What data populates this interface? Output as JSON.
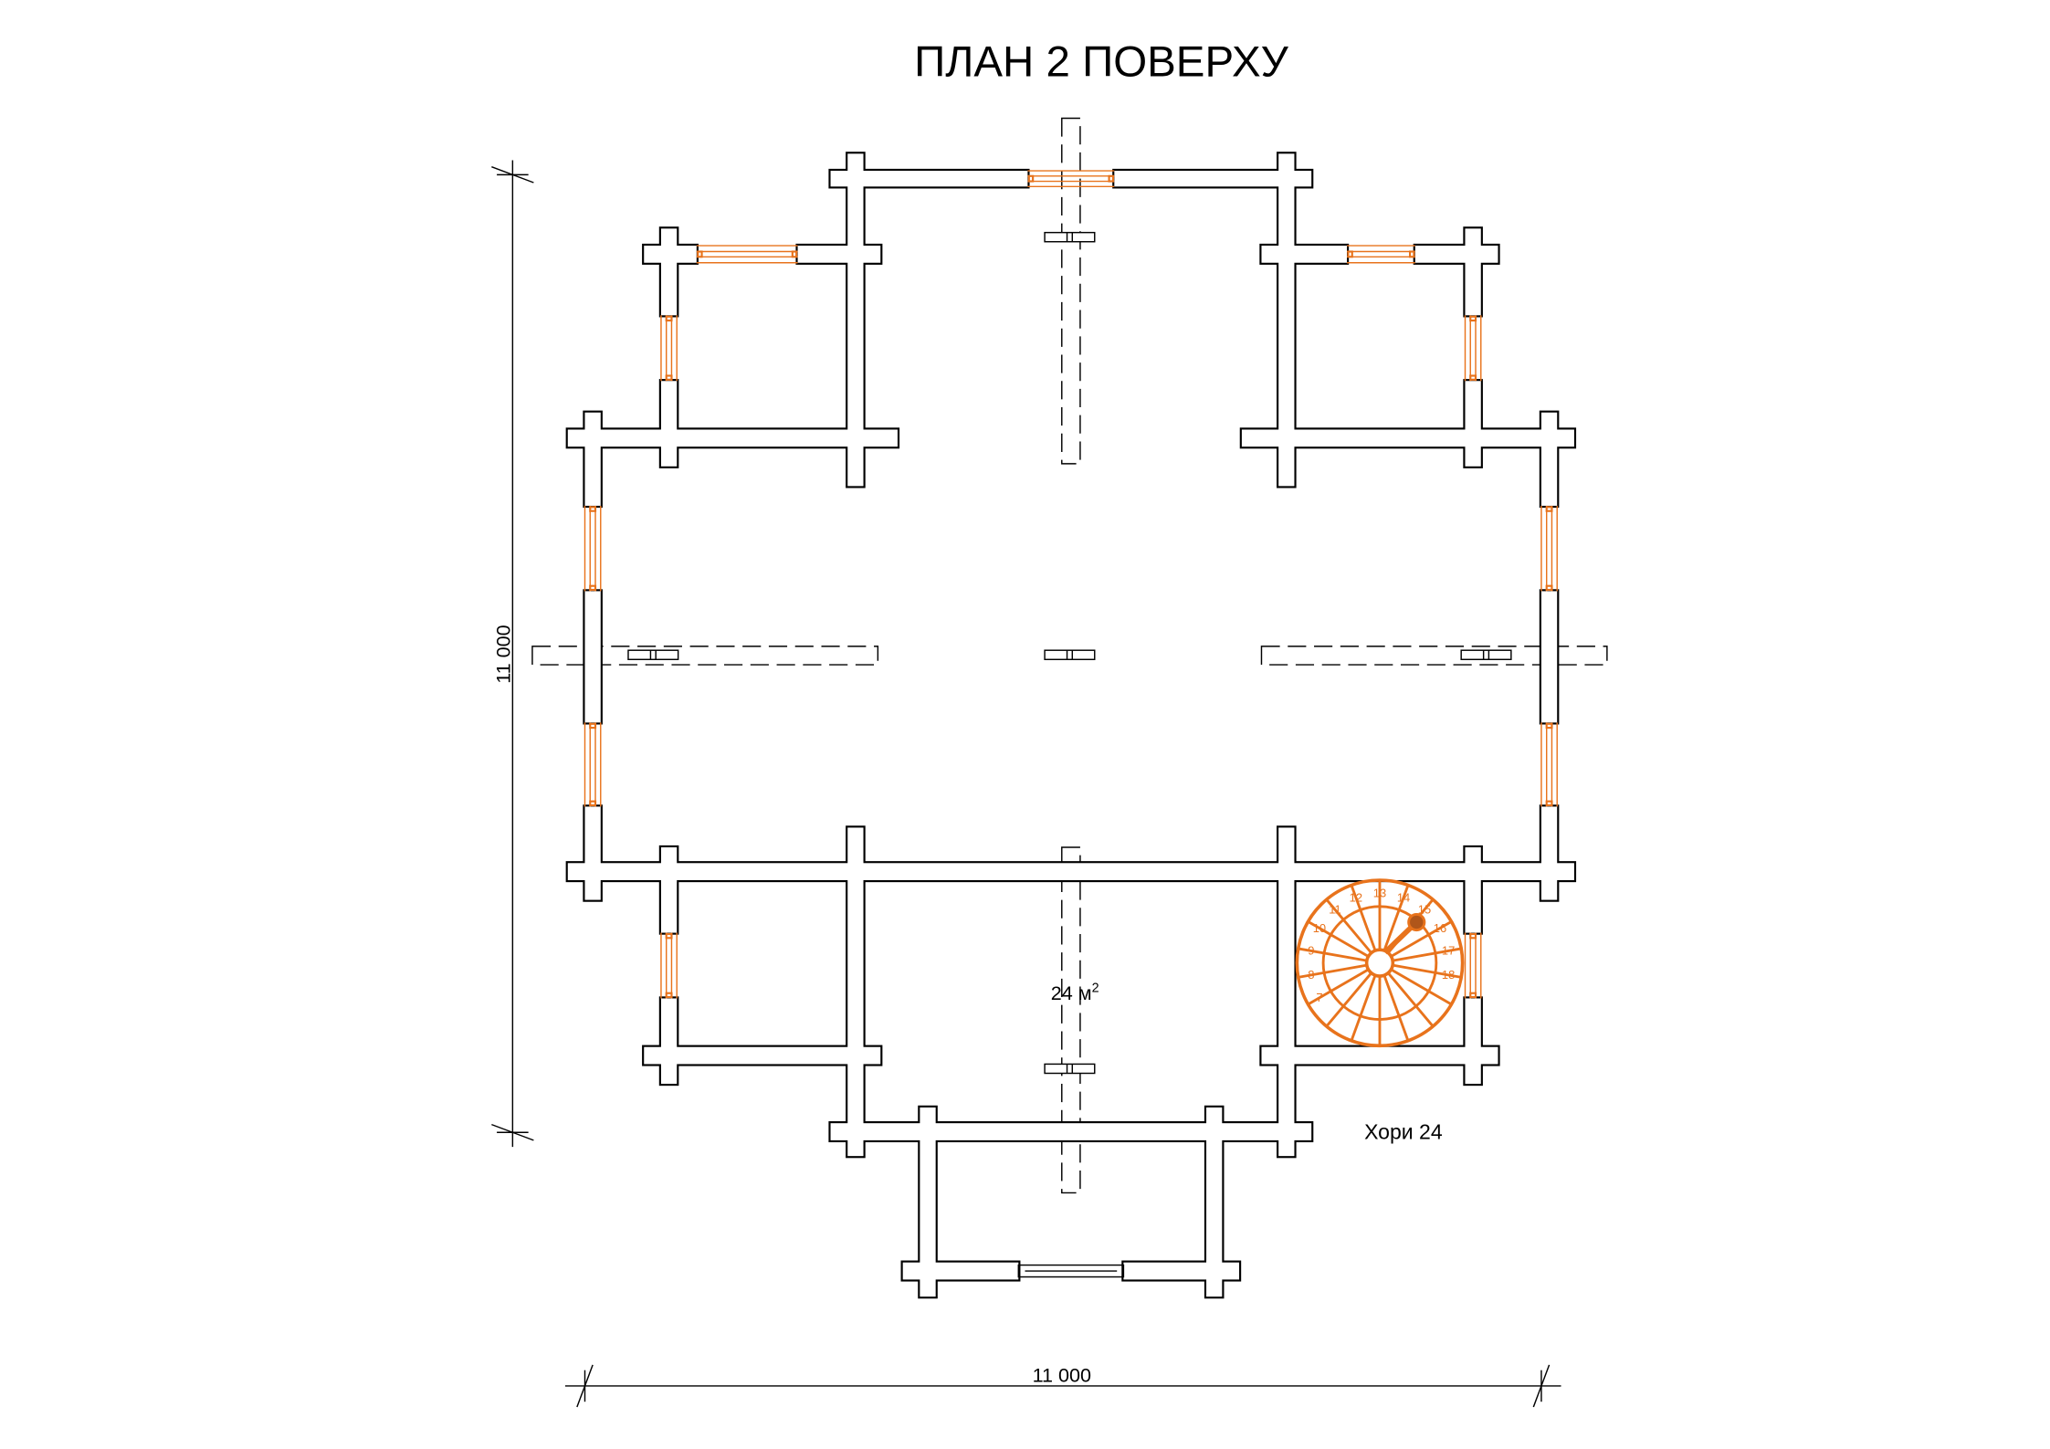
{
  "title": "ПЛАН 2 ПОВЕРХУ",
  "dimensions": {
    "vertical": "11 000",
    "horizontal": "11 000"
  },
  "room_area": {
    "value": "24 м",
    "sup": "2"
  },
  "stair_label": "Хори 24",
  "stair_steps": [
    "7",
    "8",
    "9",
    "10",
    "11",
    "12",
    "13",
    "14",
    "15",
    "16",
    "17",
    "18"
  ],
  "colors": {
    "wall": "#000000",
    "window": "#e8731c",
    "stair": "#e8731c"
  }
}
